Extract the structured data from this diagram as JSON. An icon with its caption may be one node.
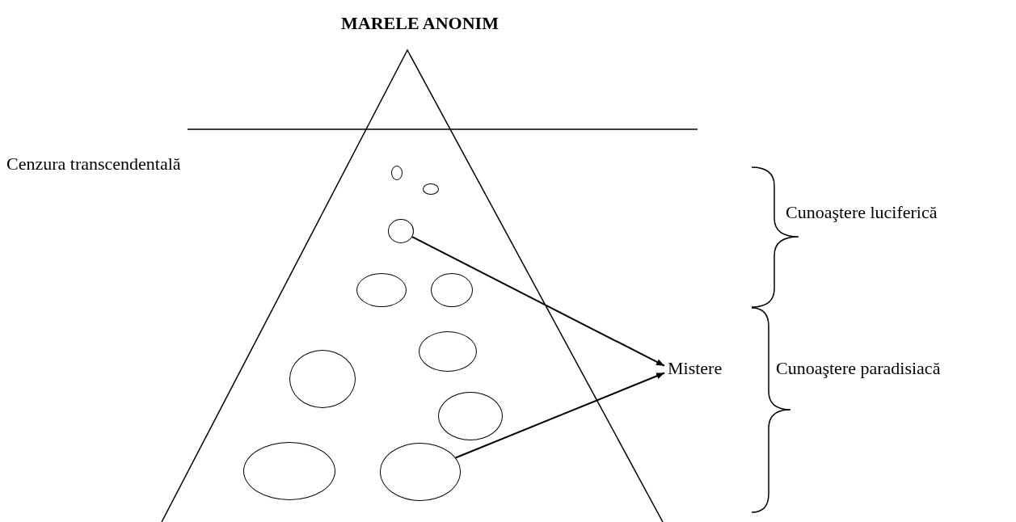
{
  "diagram": {
    "nodes": [
      {
        "text": [
          "MARELE ANONIM"
        ]
      },
      {
        "text": [],
        "shape": "ellipse",
        "in": 0
      },
      {
        "text": [],
        "shape": "ellipse",
        "in": 0
      },
      {
        "text": [],
        "shape": "ellipse",
        "in": 0
      },
      {
        "text": [],
        "shape": "ellipse",
        "in": 0
      },
      {
        "text": [],
        "shape": "ellipse",
        "in": 0
      },
      {
        "text": [],
        "shape": "ellipse",
        "in": 0
      },
      {
        "text": [],
        "shape": "ellipse",
        "in": 0
      },
      {
        "text": [],
        "shape": "ellipse",
        "in": 0
      },
      {
        "text": [],
        "shape": "ellipse",
        "in": 0
      },
      {
        "text": [],
        "shape": "ellipse",
        "in": 0
      },
      {
        "text": [
          "Mistere"
        ]
      }
    ],
    "edges": [
      {
        "from": 3,
        "to": 11,
        "arrow": "to"
      },
      {
        "from": 10,
        "to": 11,
        "arrow": "to"
      }
    ],
    "labels": [
      "Cenzura transcendentală",
      "Cunoaştere luciferică",
      "Cunoaştere paradisiacă"
    ]
  }
}
